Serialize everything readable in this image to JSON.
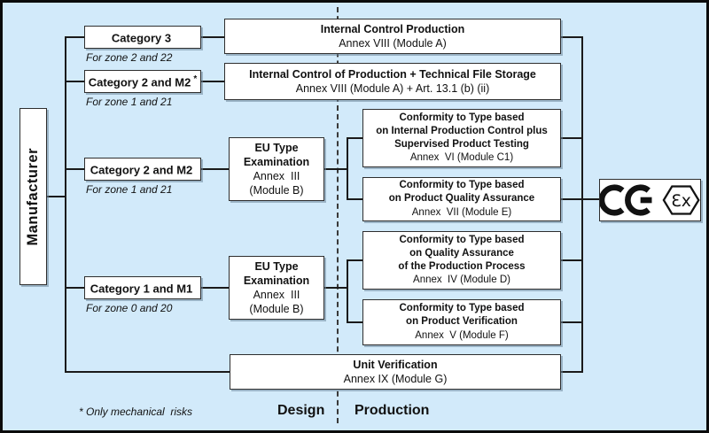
{
  "colors": {
    "background": "#d2eafa",
    "box_fill": "#ffffff",
    "box_border": "#2e2e2e",
    "line": "#1a1a1a"
  },
  "manufacturer": {
    "label": "Manufacturer"
  },
  "categories": [
    {
      "label": "Category 3",
      "note_mark": "",
      "zone": "For zone 2 and 22"
    },
    {
      "label": "Category 2 and  M2",
      "note_mark": "*",
      "zone": "For zone 1 and 21"
    },
    {
      "label": "Category 2 and  M2",
      "note_mark": "",
      "zone": "For zone 1 and 21"
    },
    {
      "label": "Category 1 and  M1",
      "note_mark": "",
      "zone": "For zone 0 and 20"
    }
  ],
  "boxes": {
    "module_a": {
      "lines": [
        "Internal Control Production",
        "Annex VIII (Module A)"
      ]
    },
    "module_a_tfs": {
      "lines": [
        "Internal Control of Production + Technical File Storage",
        "Annex VIII (Module A) + Art. 13.1 (b) (ii)"
      ]
    },
    "eu_type_1": {
      "lines": [
        "EU Type",
        "Examination",
        "Annex  III",
        "(Module B)"
      ]
    },
    "eu_type_2": {
      "lines": [
        "EU Type",
        "Examination",
        "Annex  III",
        "(Module B)"
      ]
    },
    "module_c1": {
      "lines": [
        "Conformity to Type based",
        "on Internal Production Control plus",
        "Supervised Product Testing",
        "Annex  VI (Module C1)"
      ]
    },
    "module_e": {
      "lines": [
        "Conformity to Type based",
        "on Product Quality Assurance",
        "Annex  VII (Module E)"
      ]
    },
    "module_d": {
      "lines": [
        "Conformity to Type based",
        "on Quality Assurance",
        "of the Production Process",
        "Annex  IV (Module D)"
      ]
    },
    "module_f": {
      "lines": [
        "Conformity to Type based",
        "on Product Verification",
        "Annex  V (Module F)"
      ]
    },
    "unit_verification": {
      "lines": [
        "Unit Verification",
        "Annex IX (Module G)"
      ]
    }
  },
  "marks": {
    "ce": "CE",
    "ex": "Ɛx"
  },
  "footer": {
    "footnote": "* Only mechanical  risks",
    "design": "Design",
    "production": "Production"
  }
}
